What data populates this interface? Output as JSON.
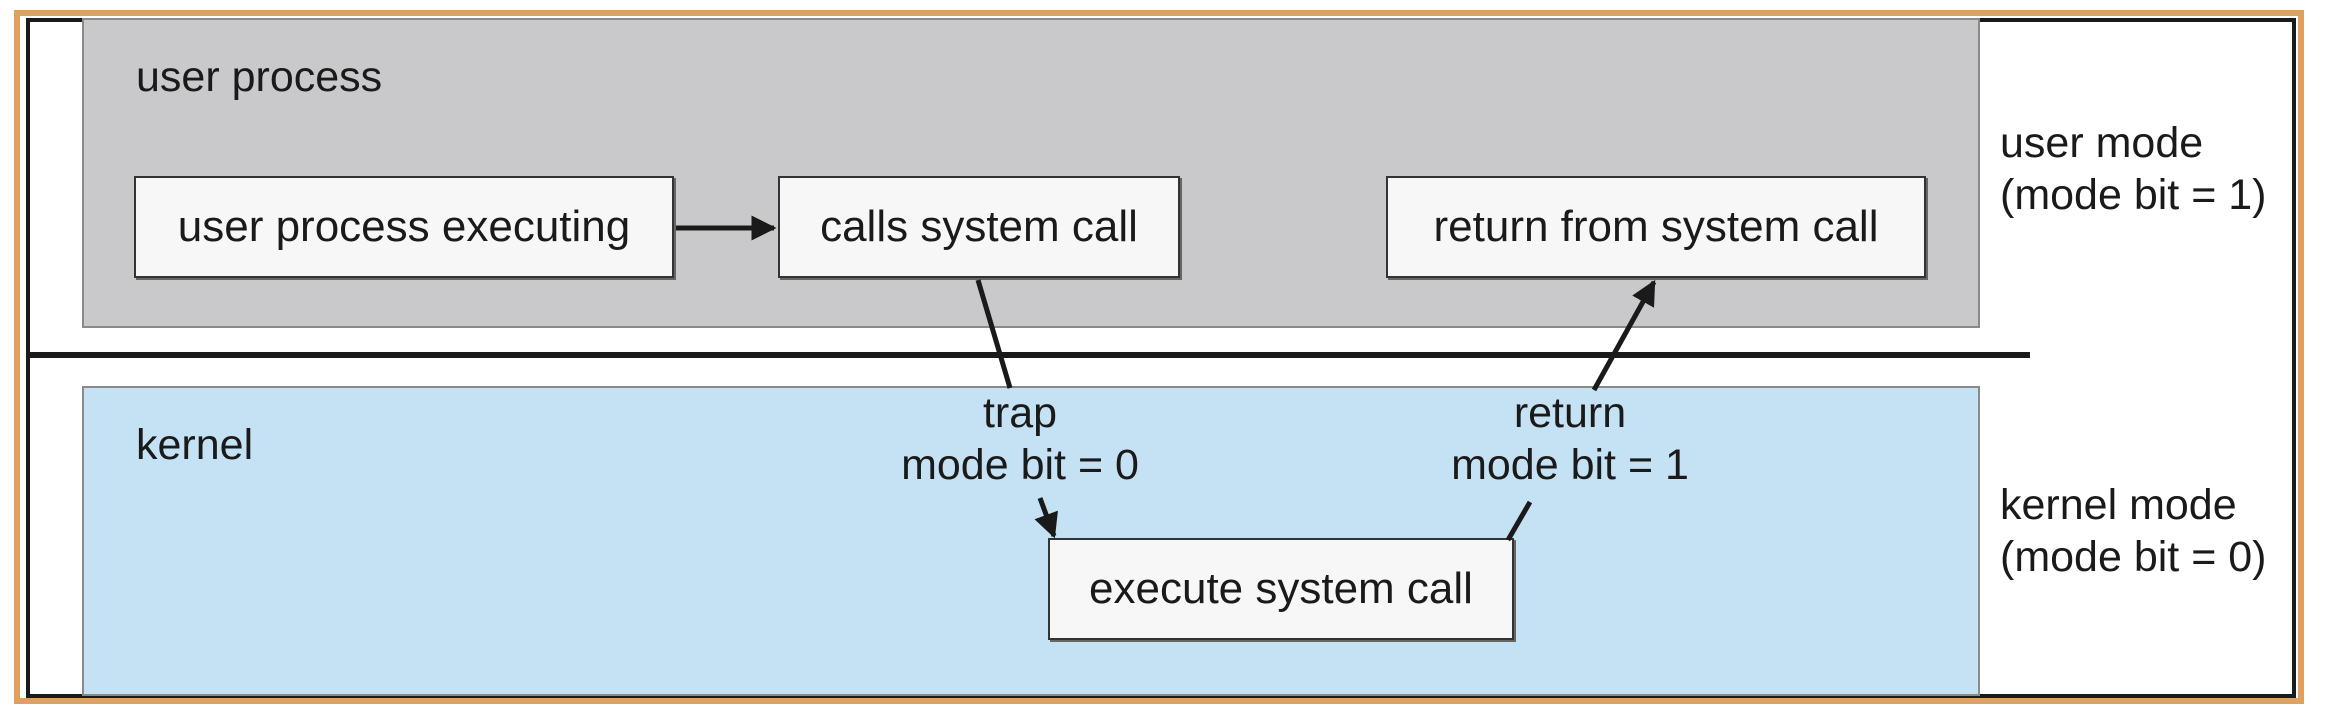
{
  "regions": {
    "user_process": "user process",
    "kernel": "kernel"
  },
  "boxes": {
    "user_process_executing": "user process executing",
    "calls_system_call": "calls system call",
    "return_from_system_call": "return from system call",
    "execute_system_call": "execute system call"
  },
  "transitions": {
    "trap_line1": "trap",
    "trap_line2": "mode bit = 0",
    "return_line1": "return",
    "return_line2": "mode bit = 1"
  },
  "modes": {
    "user_mode_line1": "user mode",
    "user_mode_line2": "(mode bit = 1)",
    "kernel_mode_line1": "kernel mode",
    "kernel_mode_line2": "(mode bit = 0)"
  },
  "colors": {
    "user_region": "#c9c9cb",
    "kernel_region": "#c4e2f4",
    "frame_border": "#e0a060"
  }
}
